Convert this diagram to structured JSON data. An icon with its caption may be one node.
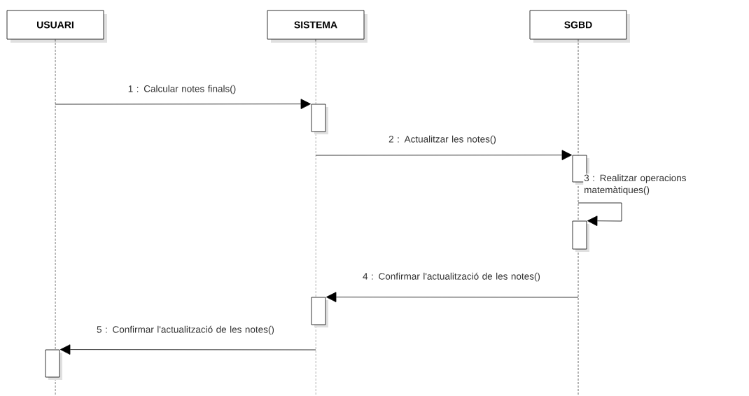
{
  "diagram": {
    "nodes": [
      {
        "text": [
          "USUARI"
        ]
      },
      {
        "text": [
          "SISTEMA"
        ]
      },
      {
        "text": [
          "SGBD"
        ]
      },
      {
        "text": [],
        "shape": "line"
      },
      {
        "text": [],
        "shape": "line"
      },
      {
        "text": [],
        "shape": "line"
      },
      {
        "text": [],
        "shape": "bar",
        "in": 4
      },
      {
        "text": [],
        "shape": "bar",
        "in": 5
      },
      {
        "text": [],
        "shape": "bar",
        "in": 5
      },
      {
        "text": [],
        "shape": "bar",
        "in": 4
      },
      {
        "text": [],
        "shape": "bar",
        "in": 3
      }
    ],
    "edges": [
      {
        "from": 3,
        "to": 6,
        "arrow": "to",
        "label": "1 : Calcular notes finals()"
      },
      {
        "from": 4,
        "to": 7,
        "arrow": "to",
        "label": "2 : Actualitzar les notes()"
      },
      {
        "from": 5,
        "to": 8,
        "arrow": "to",
        "label": "3 : Realitzar operacions matemàtiques()"
      },
      {
        "from": 5,
        "to": 9,
        "arrow": "to",
        "label": "4 : Confirmar l'actualització de les notes()"
      },
      {
        "from": 4,
        "to": 10,
        "arrow": "to",
        "label": "5 : Confirmar l'actualització de les notes()"
      },
      {
        "from": 0,
        "to": 3,
        "arrow": "none",
        "style": "dashed"
      },
      {
        "from": 1,
        "to": 4,
        "arrow": "none",
        "style": "dashed"
      },
      {
        "from": 2,
        "to": 5,
        "arrow": "none",
        "style": "dashed"
      }
    ]
  }
}
